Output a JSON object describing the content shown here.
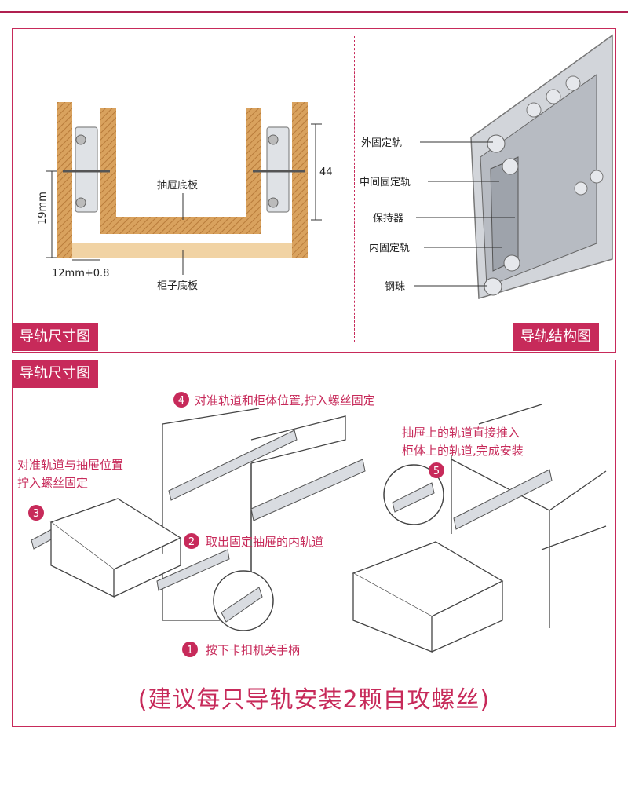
{
  "size_panel": {
    "tag": "导轨尺寸图",
    "label_drawer_bottom": "抽屉底板",
    "label_cabinet_bottom": "柜子底板",
    "dim_height": "19mm",
    "dim_width": "12mm+0.8",
    "dim_44": "44"
  },
  "structure_panel": {
    "tag": "导轨结构图",
    "parts": [
      "外固定轨",
      "中间固定轨",
      "保持器",
      "内固定轨",
      "钢珠"
    ]
  },
  "install_panel": {
    "tag": "导轨尺寸图",
    "step1_num": "1",
    "step1": "按下卡扣机关手柄",
    "step2_num": "2",
    "step2": "取出固定抽屉的内轨道",
    "step3_num": "3",
    "step3_line1": "对准轨道与抽屉位置",
    "step3_line2": "拧入螺丝固定",
    "step4_num": "4",
    "step4": "对准轨道和柜体位置,拧入螺丝固定",
    "step5_num": "5",
    "step5_line1": "抽屉上的轨道直接推入",
    "step5_line2": "柜体上的轨道,完成安装"
  },
  "footer_note": "(建议每只导轨安装2颗自攻螺丝)",
  "colors": {
    "accent": "#c72a5a",
    "wood": "#d9a25e",
    "wood_light": "#f1d3a4",
    "metal": "#c9ccd2"
  }
}
